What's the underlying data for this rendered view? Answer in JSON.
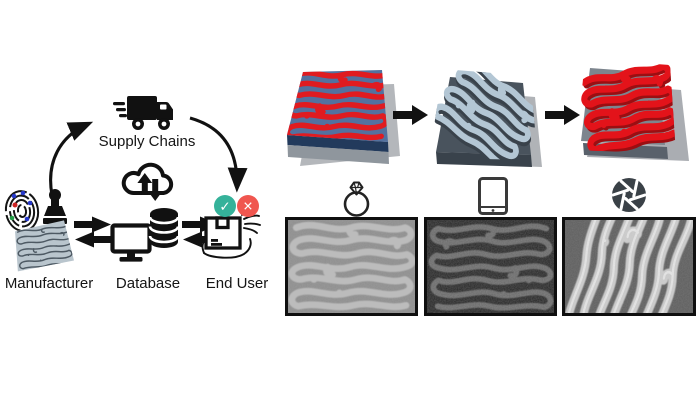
{
  "figure": {
    "background": "#ffffff",
    "workflow": {
      "supply_chains_label": "Supply Chains",
      "manufacturer_label": "Manufacturer",
      "database_label": "Database",
      "end_user_label": "End User",
      "verify_check_glyph": "✓",
      "verify_cross_glyph": "✕",
      "check_badge_color": "#35b29a",
      "cross_badge_color": "#f0564f",
      "fingerprint_dot_colors": {
        "blue": "#2638c9",
        "red": "#cd2323",
        "green": "#229c46"
      },
      "stamp_pattern": {
        "bg": "#b9c5cd",
        "ridge": "#4d5963"
      }
    },
    "pipeline": {
      "stages": [
        {
          "name": "printed-security-tag",
          "icon": "ring-icon",
          "surface_color": "#53719f",
          "pattern_color": "#e01b20",
          "side_color": "#223a5c"
        },
        {
          "name": "molded-security-tag",
          "icon": "tablet-icon",
          "surface_color": "#49535d",
          "pattern_color": "#b3c6d4"
        },
        {
          "name": "embossed-security-tag",
          "icon": "aperture-icon",
          "surface_color": "#7d858e",
          "pattern_color": "#e3131a"
        }
      ],
      "micrographs": [
        {
          "name": "micrograph-light",
          "bg": "#8e8e8e",
          "ridge": "#bcbcbc"
        },
        {
          "name": "micrograph-dark",
          "bg": "#262626",
          "ridge": "#6a6a6a"
        },
        {
          "name": "micrograph-contrast",
          "bg": "#5e5e5e",
          "ridge": "#cdcdcd"
        }
      ]
    }
  }
}
